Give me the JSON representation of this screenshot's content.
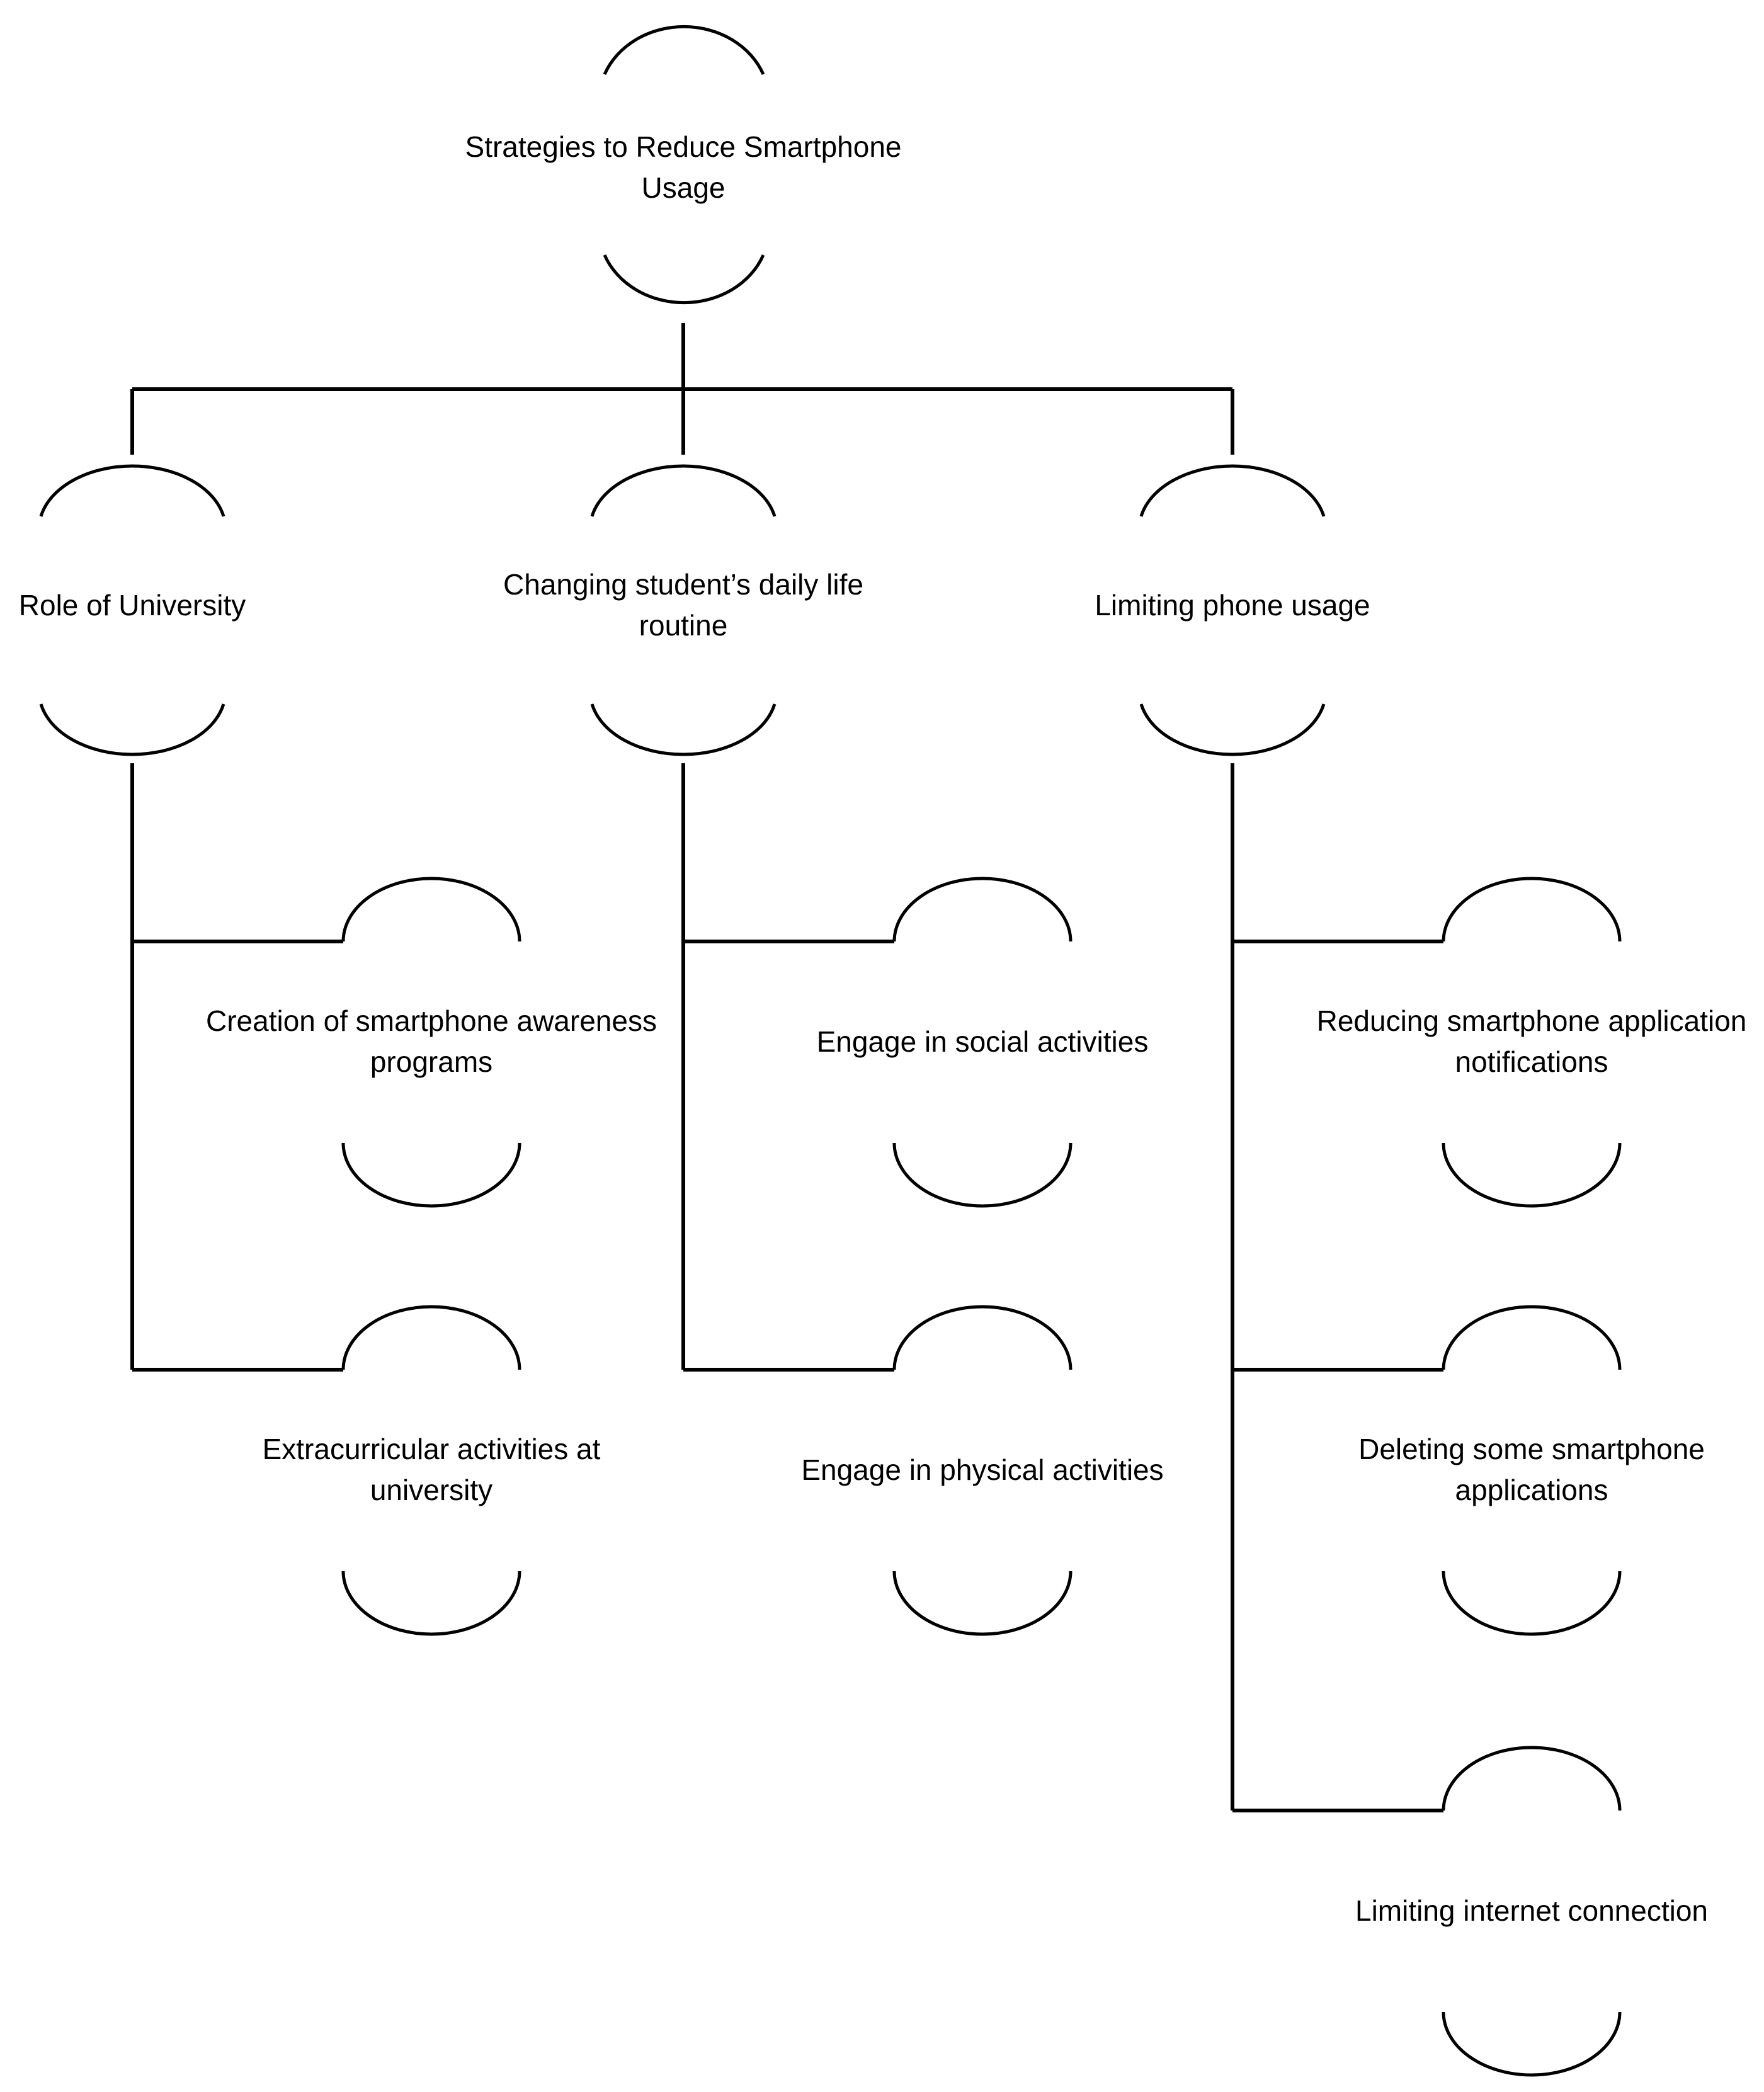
{
  "diagram": {
    "type": "hierarchy-tree",
    "title": "Strategies to Reduce Smartphone Usage",
    "background_color": "#ffffff",
    "line_color": "#000000",
    "text_color": "#000000",
    "node_shape": "open-ellipse-arcs",
    "levels": 3
  },
  "nodes": {
    "root": {
      "id": "root",
      "label": "Strategies to Reduce Smartphone Usage",
      "line1": "Strategies to Reduce Smartphone",
      "line2": "Usage",
      "level": 0
    },
    "branch1": {
      "id": "branch1",
      "label": "Role of University",
      "line1": "Role of University",
      "line2": "",
      "level": 1
    },
    "branch2": {
      "id": "branch2",
      "label": "Changing student’s daily life routine",
      "line1": "Changing student’s daily life",
      "line2": "routine",
      "level": 1
    },
    "branch3": {
      "id": "branch3",
      "label": "Limiting phone usage",
      "line1": "Limiting phone usage",
      "line2": "",
      "level": 1
    },
    "leaf1a": {
      "id": "leaf1a",
      "label": "Creation of smartphone awareness programs",
      "line1": "Creation of smartphone awareness",
      "line2": "programs",
      "level": 2,
      "parent": "branch1"
    },
    "leaf1b": {
      "id": "leaf1b",
      "label": "Extracurricular activities at university",
      "line1": "Extracurricular activities at",
      "line2": "university",
      "level": 2,
      "parent": "branch1"
    },
    "leaf2a": {
      "id": "leaf2a",
      "label": "Engage in social activities",
      "line1": "Engage in social activities",
      "line2": "",
      "level": 2,
      "parent": "branch2"
    },
    "leaf2b": {
      "id": "leaf2b",
      "label": "Engage in physical activities",
      "line1": "Engage in physical activities",
      "line2": "",
      "level": 2,
      "parent": "branch2"
    },
    "leaf3a": {
      "id": "leaf3a",
      "label": "Reducing smartphone application notifications",
      "line1": "Reducing smartphone application",
      "line2": "notifications",
      "level": 2,
      "parent": "branch3"
    },
    "leaf3b": {
      "id": "leaf3b",
      "label": "Deleting some smartphone applications",
      "line1": "Deleting some smartphone",
      "line2": "applications",
      "level": 2,
      "parent": "branch3"
    },
    "leaf3c": {
      "id": "leaf3c",
      "label": "Limiting internet connection",
      "line1": "Limiting internet connection",
      "line2": "",
      "level": 2,
      "parent": "branch3"
    }
  }
}
